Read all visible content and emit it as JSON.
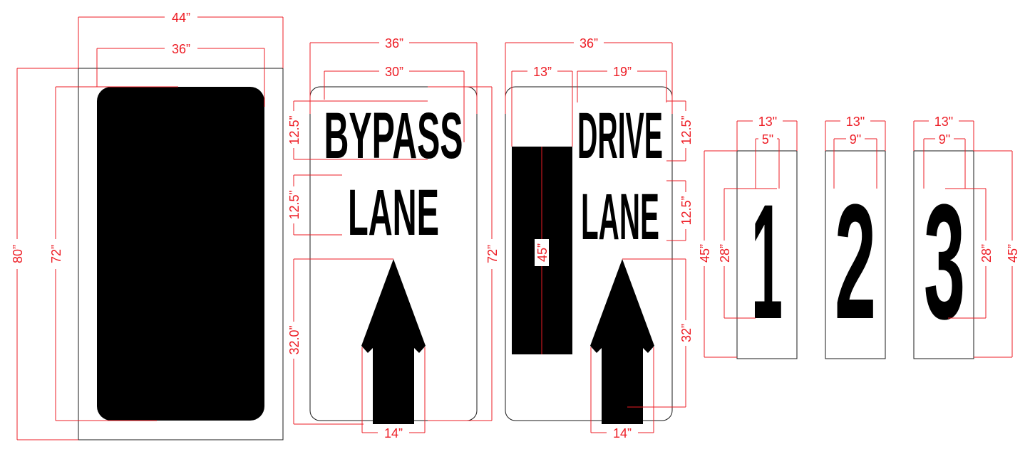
{
  "colors": {
    "dimension": "#ed1c24",
    "fill": "#000000",
    "outline": "#1a1a1a",
    "background": "#ffffff"
  },
  "panels": {
    "solid": {
      "dims": {
        "outer_width": "44”",
        "inner_width": "36”",
        "outer_height": "80”",
        "inner_height": "72”"
      }
    },
    "bypass": {
      "word1": "BYPASS",
      "word2": "LANE",
      "dims": {
        "width": "36”",
        "text_width": "30”",
        "word1_height": "12.5”",
        "word2_height": "12.5”",
        "arrow_height": "32.0”",
        "arrow_width": "14”",
        "height": "72”"
      }
    },
    "drive": {
      "word1": "DRIVE",
      "word2": "LANE",
      "dims": {
        "width": "36”",
        "bar_width": "13”",
        "text_width": "19”",
        "bar_height": "45”",
        "word1_height": "12.5”",
        "word2_height": "12.5”",
        "arrow_height": "32”",
        "arrow_width": "14”"
      }
    },
    "num1": {
      "digit": "1",
      "dims": {
        "width": "13\"",
        "glyph_width": "5\"",
        "height": "45”",
        "glyph_height": "28”"
      }
    },
    "num2": {
      "digit": "2",
      "dims": {
        "width": "13\"",
        "glyph_width": "9\""
      }
    },
    "num3": {
      "digit": "3",
      "dims": {
        "width": "13\"",
        "glyph_width": "9\"",
        "glyph_height": "28”",
        "height": "45”"
      }
    }
  }
}
